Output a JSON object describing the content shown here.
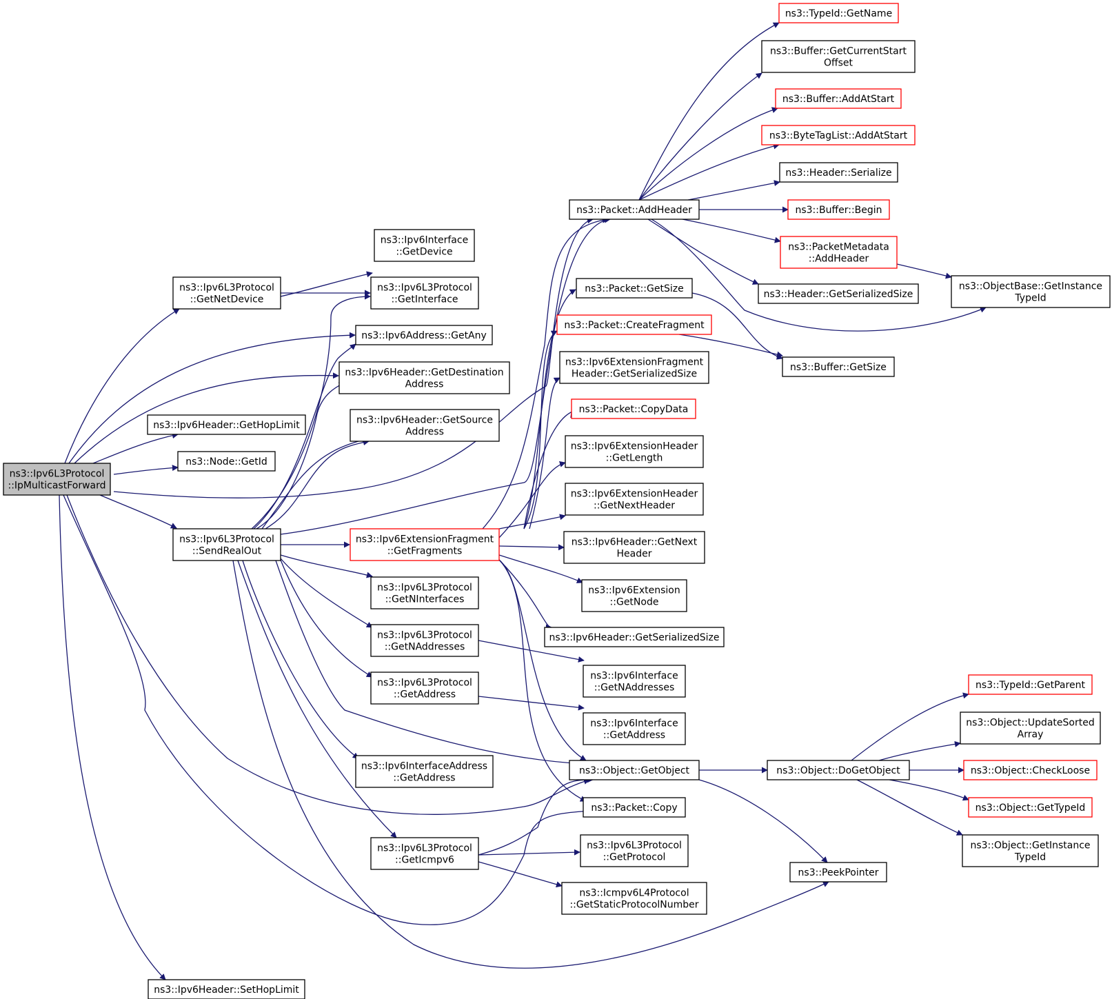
{
  "colors": {
    "edge": "#191970",
    "node_border": "#000000",
    "highlight_border": "#ff0000",
    "root_fill": "#bfbfbf"
  },
  "nodes": [
    {
      "id": "root",
      "lines": [
        "ns3::Ipv6L3Protocol",
        "::IpMulticastForward"
      ],
      "style": "root"
    },
    {
      "id": "getNetDevice",
      "lines": [
        "ns3::Ipv6L3Protocol",
        "::GetNetDevice"
      ]
    },
    {
      "id": "getAny",
      "lines": [
        "ns3::Ipv6Address::GetAny"
      ]
    },
    {
      "id": "getDestAddr",
      "lines": [
        "ns3::Ipv6Header::GetDestination",
        "Address"
      ]
    },
    {
      "id": "getHopLimit",
      "lines": [
        "ns3::Ipv6Header::GetHopLimit"
      ]
    },
    {
      "id": "nodeGetId",
      "lines": [
        "ns3::Node::GetId"
      ]
    },
    {
      "id": "sendRealOut",
      "lines": [
        "ns3::Ipv6L3Protocol",
        "::SendRealOut"
      ]
    },
    {
      "id": "setHopLimit",
      "lines": [
        "ns3::Ipv6Header::SetHopLimit"
      ]
    },
    {
      "id": "ifGetDevice",
      "lines": [
        "ns3::Ipv6Interface",
        "::GetDevice"
      ]
    },
    {
      "id": "l3GetInterface",
      "lines": [
        "ns3::Ipv6L3Protocol",
        "::GetInterface"
      ]
    },
    {
      "id": "getSourceAddr",
      "lines": [
        "ns3::Ipv6Header::GetSource",
        "Address"
      ]
    },
    {
      "id": "getFragments",
      "lines": [
        "ns3::Ipv6ExtensionFragment",
        "::GetFragments"
      ],
      "style": "red"
    },
    {
      "id": "getNInterfaces",
      "lines": [
        "ns3::Ipv6L3Protocol",
        "::GetNInterfaces"
      ]
    },
    {
      "id": "l3GetNAddresses",
      "lines": [
        "ns3::Ipv6L3Protocol",
        "::GetNAddresses"
      ]
    },
    {
      "id": "l3GetAddress",
      "lines": [
        "ns3::Ipv6L3Protocol",
        "::GetAddress"
      ]
    },
    {
      "id": "ifAddrGetAddress",
      "lines": [
        "ns3::Ipv6InterfaceAddress",
        "::GetAddress"
      ]
    },
    {
      "id": "getIcmpv6",
      "lines": [
        "ns3::Ipv6L3Protocol",
        "::GetIcmpv6"
      ]
    },
    {
      "id": "addHeader",
      "lines": [
        "ns3::Packet::AddHeader"
      ]
    },
    {
      "id": "pktGetSize",
      "lines": [
        "ns3::Packet::GetSize"
      ]
    },
    {
      "id": "createFragment",
      "lines": [
        "ns3::Packet::CreateFragment"
      ],
      "style": "red"
    },
    {
      "id": "extFragSerSize",
      "lines": [
        "ns3::Ipv6ExtensionFragment",
        "Header::GetSerializedSize"
      ]
    },
    {
      "id": "copyData",
      "lines": [
        "ns3::Packet::CopyData"
      ],
      "style": "red"
    },
    {
      "id": "extHdrGetLength",
      "lines": [
        "ns3::Ipv6ExtensionHeader",
        "::GetLength"
      ]
    },
    {
      "id": "extHdrGetNext",
      "lines": [
        "ns3::Ipv6ExtensionHeader",
        "::GetNextHeader"
      ]
    },
    {
      "id": "hdrGetNext",
      "lines": [
        "ns3::Ipv6Header::GetNext",
        "Header"
      ]
    },
    {
      "id": "extGetNode",
      "lines": [
        "ns3::Ipv6Extension",
        "::GetNode"
      ]
    },
    {
      "id": "hdrSerSize",
      "lines": [
        "ns3::Ipv6Header::GetSerializedSize"
      ]
    },
    {
      "id": "ifGetNAddresses",
      "lines": [
        "ns3::Ipv6Interface",
        "::GetNAddresses"
      ]
    },
    {
      "id": "ifGetAddress",
      "lines": [
        "ns3::Ipv6Interface",
        "::GetAddress"
      ]
    },
    {
      "id": "getObject",
      "lines": [
        "ns3::Object::GetObject"
      ]
    },
    {
      "id": "pktCopy",
      "lines": [
        "ns3::Packet::Copy"
      ]
    },
    {
      "id": "l3GetProtocol",
      "lines": [
        "ns3::Ipv6L3Protocol",
        "::GetProtocol"
      ]
    },
    {
      "id": "icmpStaticNum",
      "lines": [
        "ns3::Icmpv6L4Protocol",
        "::GetStaticProtocolNumber"
      ]
    },
    {
      "id": "typeIdGetName",
      "lines": [
        "ns3::TypeId::GetName"
      ],
      "style": "red"
    },
    {
      "id": "bufCurStart",
      "lines": [
        "ns3::Buffer::GetCurrentStart",
        "Offset"
      ]
    },
    {
      "id": "bufAddAtStart",
      "lines": [
        "ns3::Buffer::AddAtStart"
      ],
      "style": "red"
    },
    {
      "id": "btlAddAtStart",
      "lines": [
        "ns3::ByteTagList::AddAtStart"
      ],
      "style": "red"
    },
    {
      "id": "hdrSerialize",
      "lines": [
        "ns3::Header::Serialize"
      ]
    },
    {
      "id": "bufBegin",
      "lines": [
        "ns3::Buffer::Begin"
      ],
      "style": "red"
    },
    {
      "id": "pmAddHeader",
      "lines": [
        "ns3::PacketMetadata",
        "::AddHeader"
      ],
      "style": "red"
    },
    {
      "id": "hdrGetSerSize",
      "lines": [
        "ns3::Header::GetSerializedSize"
      ]
    },
    {
      "id": "bufGetSize",
      "lines": [
        "ns3::Buffer::GetSize"
      ]
    },
    {
      "id": "objBaseInstTid",
      "lines": [
        "ns3::ObjectBase::GetInstance",
        "TypeId"
      ]
    },
    {
      "id": "doGetObject",
      "lines": [
        "ns3::Object::DoGetObject"
      ]
    },
    {
      "id": "peekPointer",
      "lines": [
        "ns3::PeekPointer"
      ]
    },
    {
      "id": "typeIdGetParent",
      "lines": [
        "ns3::TypeId::GetParent"
      ],
      "style": "red"
    },
    {
      "id": "updateSorted",
      "lines": [
        "ns3::Object::UpdateSorted",
        "Array"
      ]
    },
    {
      "id": "checkLoose",
      "lines": [
        "ns3::Object::CheckLoose"
      ],
      "style": "red"
    },
    {
      "id": "objGetTypeId",
      "lines": [
        "ns3::Object::GetTypeId"
      ],
      "style": "red"
    },
    {
      "id": "objInstTid",
      "lines": [
        "ns3::Object::GetInstance",
        "TypeId"
      ]
    }
  ]
}
